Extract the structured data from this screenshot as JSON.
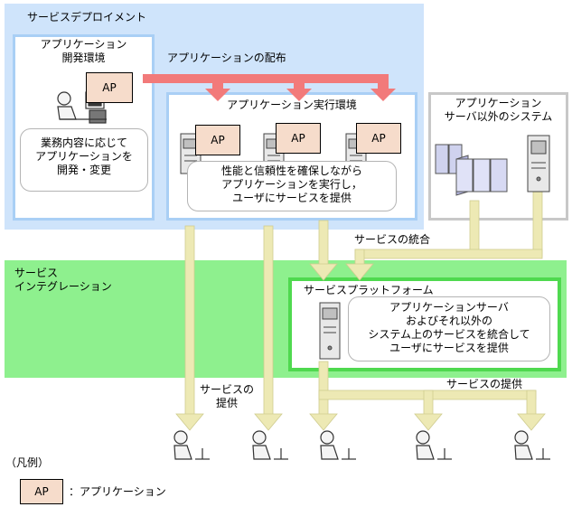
{
  "deployment": {
    "title": "サービスデプロイメント",
    "dev_env": {
      "title_line1": "アプリケーション",
      "title_line2": "開発環境",
      "desc": [
        "業務内容に応じて",
        "アプリケーションを",
        "開発・変更"
      ]
    },
    "distribution_label": "アプリケーションの配布",
    "exec_env": {
      "title": "アプリケーション実行環境",
      "desc": [
        "性能と信頼性を確保しながら",
        "アプリケーションを実行し，",
        "ユーザにサービスを提供"
      ]
    }
  },
  "other_systems": {
    "title_line1": "アプリケーション",
    "title_line2": "サーバ以外のシステム"
  },
  "integration_label": "サービスの統合",
  "service_integration": {
    "title_line1": "サービス",
    "title_line2": "インテグレーション",
    "platform": {
      "title": "サービスプラットフォーム",
      "desc": [
        "アプリケーションサーバ",
        "およびそれ以外の",
        "システム上のサービスを統合して",
        "ユーザにサービスを提供"
      ]
    }
  },
  "provision_label_left": [
    "サービスの",
    "提供"
  ],
  "provision_label_right": "サービスの提供",
  "ap_label": "AP",
  "legend": {
    "title": "（凡例）",
    "ap_label": "AP",
    "description": "：アプリケーション"
  },
  "colors": {
    "deployment_bg": "#cfe4fb",
    "panel_border": "#a9cff5",
    "integration_bg": "#8ef08e",
    "platform_border": "#4fd94f",
    "distribution_arrow": "#f27a7a",
    "service_arrow": "#ede9b4",
    "ap_fill": "#f6dccb"
  }
}
